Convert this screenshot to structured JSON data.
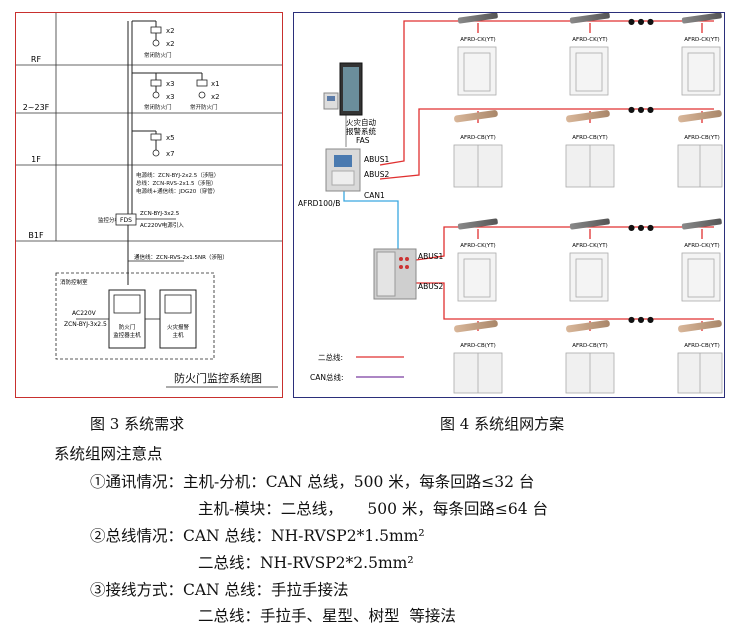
{
  "fig3": {
    "floors": [
      "RF",
      "2~23F",
      "1F",
      "B1F"
    ],
    "qty_labels": [
      "x2",
      "x2",
      "x3",
      "x1",
      "x3",
      "x2",
      "x5",
      "x7"
    ],
    "door_labels": [
      "常闭防火门",
      "常闭防火门",
      "常开防火门"
    ],
    "cable_lines": [
      "电源线：ZCN-BYJ-2x2.5（涉阻）",
      "总线：ZCN-RVS-2x1.5（涉阻）",
      "电源线+通信线：JDG20（穿管）"
    ],
    "fds_label": "监控分机",
    "fds_box": "FDS",
    "cable_b1": "ZCN-BYJ-3x2.5",
    "power_b1": "AC220V电源引入",
    "bus_line": "通信线：ZCN-RVS-2x1.5NR（涉阻）",
    "room_label": "消防控制室",
    "ac_label": "AC220V",
    "ac_cable": "ZCN-BYJ-3x2.5",
    "host1": [
      "防火门",
      "监控器主机"
    ],
    "host2": [
      "火灾报警",
      "主机"
    ],
    "title": "防火门监控系统图"
  },
  "fig4": {
    "fas_label": [
      "火灾自动",
      "报警系统",
      "FAS"
    ],
    "abus1": "ABUS1",
    "abus2": "ABUS2",
    "can1": "CAN1",
    "model": "AFRD100/B",
    "dots": "● ● ●",
    "ck_label": "AFRD-CK(YT)",
    "cb_label": "AFRD-CB(YT)",
    "legend_bus": "二总线:",
    "legend_can": "CAN总线:",
    "colors": {
      "bus": "#e03030",
      "can": "#3aa7e0",
      "legend_can": "#7a3fa0"
    }
  },
  "captions": {
    "fig3": "图 3  系统需求",
    "fig4": "图 4  系统组网方案"
  },
  "notes": {
    "heading": "系统组网注意点",
    "l1": "①通讯情况：主机-分机：CAN 总线，500 米，每条回路≤32 台",
    "l2": "主机-模块：二总线，     500 米，每条回路≤64 台",
    "l3": "②总线情况：CAN 总线：NH-RVSP2*1.5mm²",
    "l4": "二总线：NH-RVSP2*2.5mm²",
    "l5": "③接线方式：CAN 总线：手拉手接法",
    "l6": "二总线：手拉手、星型、树型  等接法"
  }
}
